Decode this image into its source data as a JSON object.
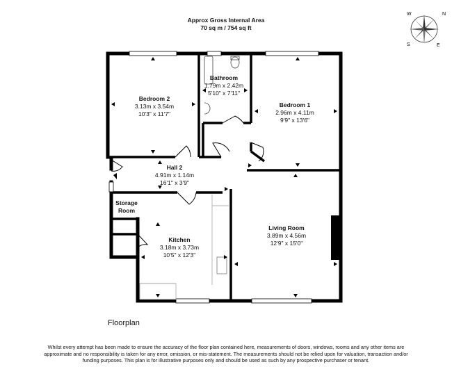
{
  "header": {
    "title": "Approx Gross Internal Area",
    "area": "70 sq m / 754 sq ft"
  },
  "compass": {
    "labels": [
      "N",
      "W",
      "S",
      "E"
    ]
  },
  "rooms": [
    {
      "name": "Bedroom 2",
      "metric": "3.13m x 3.54m",
      "imperial": "10'3\" x 11'7\""
    },
    {
      "name": "Bathroom",
      "metric": "1.79m x 2.42m",
      "imperial": "5'10\" x 7'11\""
    },
    {
      "name": "Bedroom 1",
      "metric": "2.96m x 4.11m",
      "imperial": "9'9\" x 13'6\""
    },
    {
      "name": "Hall 2",
      "metric": "4.91m x 1.14m",
      "imperial": "16'1\" x 3'9\""
    },
    {
      "name": "Storage",
      "name2": "Room"
    },
    {
      "name": "Kitchen",
      "metric": "3.18m x 3.73m",
      "imperial": "10'5\" x 12'3\""
    },
    {
      "name": "Living Room",
      "metric": "3.89m x 4.56m",
      "imperial": "12'9\" x 15'0\""
    }
  ],
  "plan_title": "Floorplan",
  "disclaimer": "Whilst every attempt has been made to ensure the accuracy of the floor plan contained here, measurements of doors, windows, rooms and any other items are approximate and no responsibility is taken for any error, omission, or mis-statement. The measurements should not be relied upon for valuation, transaction and/or funding purposes. This plan is for illustrative purposes only and should be used as such by any prospective purchaser or tenant."
}
